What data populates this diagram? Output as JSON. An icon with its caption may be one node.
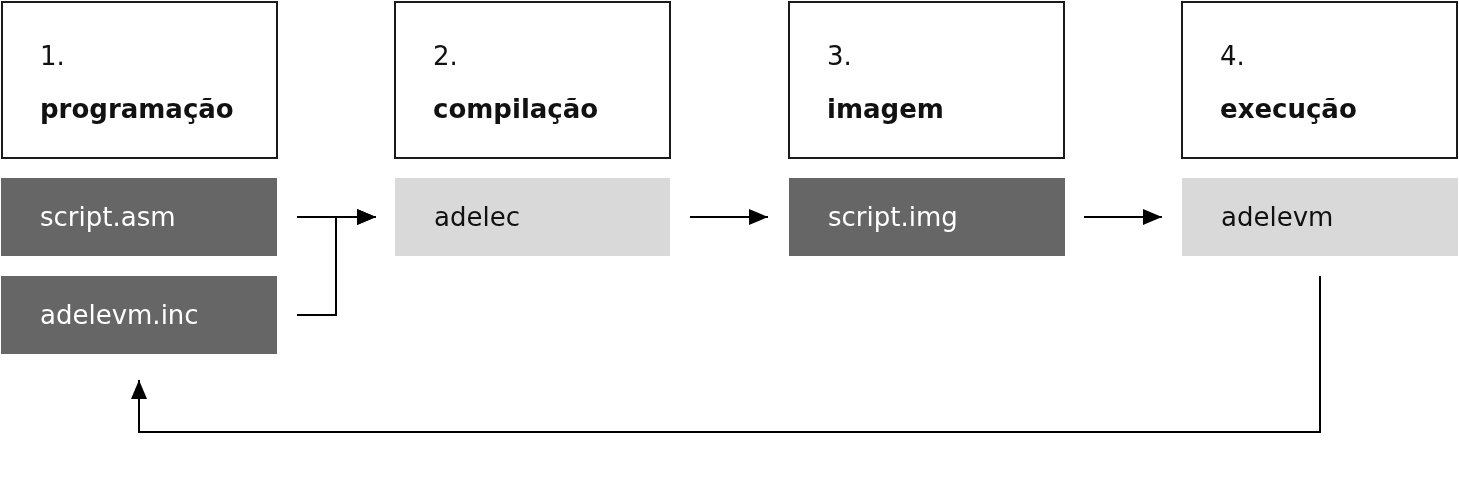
{
  "diagram": {
    "nodes": [
      {
        "text": [
          "1.",
          "programação"
        ]
      },
      {
        "text": [
          "2.",
          "compilação"
        ]
      },
      {
        "text": [
          "3.",
          "imagem"
        ]
      },
      {
        "text": [
          "4.",
          "execução"
        ]
      },
      {
        "text": [
          "script.asm"
        ]
      },
      {
        "text": [
          "adelevm.inc"
        ]
      },
      {
        "text": [
          "adelec"
        ]
      },
      {
        "text": [
          "script.img"
        ]
      },
      {
        "text": [
          "adelevm"
        ]
      }
    ],
    "edges": [
      {
        "from": 4,
        "to": 6,
        "arrow": "to"
      },
      {
        "from": 5,
        "to": 6,
        "arrow": "to"
      },
      {
        "from": 6,
        "to": 7,
        "arrow": "to"
      },
      {
        "from": 7,
        "to": 8,
        "arrow": "to"
      },
      {
        "from": 8,
        "to": 5,
        "arrow": "to"
      }
    ]
  }
}
